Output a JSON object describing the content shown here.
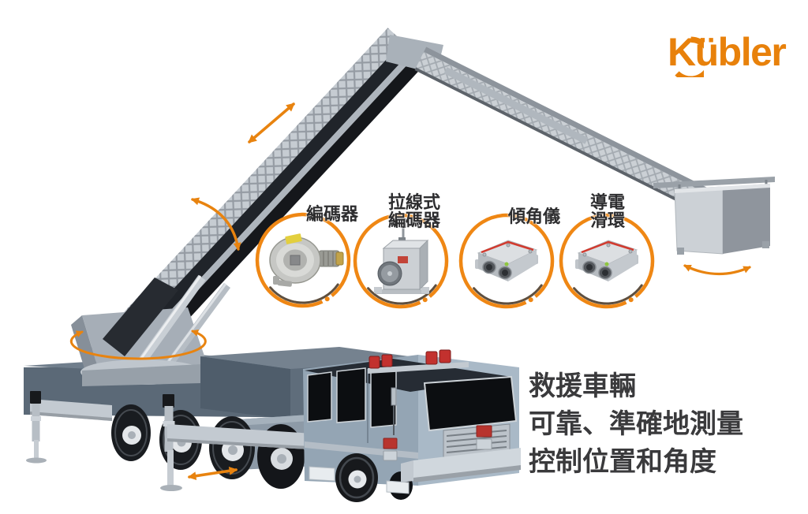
{
  "brand": {
    "logo_text": "Kübler",
    "logo_color": "#E8810B",
    "logo_mark": "arc-circle-around-K"
  },
  "products": [
    {
      "id": "encoder",
      "lines": [
        "編碼器"
      ]
    },
    {
      "id": "draw-wire-encoder",
      "lines": [
        "拉線式",
        "編碼器"
      ]
    },
    {
      "id": "inclinometer",
      "lines": [
        "傾角儀"
      ]
    },
    {
      "id": "slip-ring",
      "lines": [
        "導電",
        "滑環"
      ]
    }
  ],
  "tagline": {
    "lines": [
      "救援車輛",
      "可靠、準確地測量",
      "控制位置和角度"
    ]
  },
  "scene": {
    "subject": "rescue ladder fire truck with articulated rescue basket",
    "motion_indicators": [
      {
        "icon": "ladder-extension-double-arrow-icon"
      },
      {
        "icon": "ladder-elevation-curved-arrow-icon"
      },
      {
        "icon": "turntable-rotation-ellipse-arrow-icon"
      },
      {
        "icon": "outrigger-extension-double-arrow-icon"
      },
      {
        "icon": "basket-leveling-curved-arrow-icon"
      }
    ],
    "accent_color": "#E8830F"
  },
  "colors": {
    "background": "#FFFFFF",
    "accent_orange": "#E8830F",
    "ring_shadow": "#42301D",
    "text_dark": "#3A3A3C",
    "truck_body": "#5B6977",
    "cab_side": "#94A5B4",
    "ladder_light": "#C6CCD2",
    "ladder_dark": "#20242A"
  }
}
